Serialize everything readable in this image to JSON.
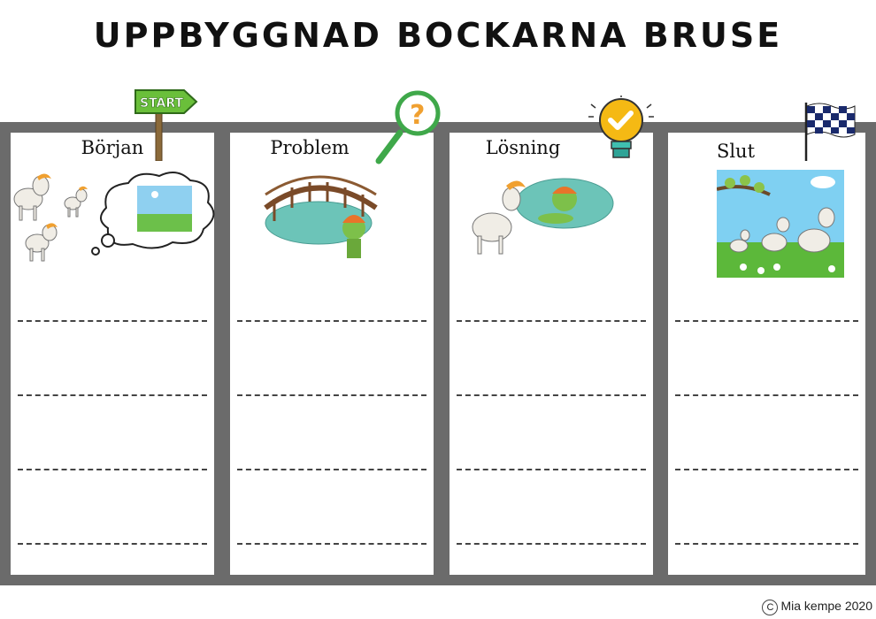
{
  "title": "UPPBYGGNAD BOCKARNA BRUSE",
  "columns": [
    {
      "label": "Början",
      "icon": "start-sign-icon"
    },
    {
      "label": "Problem",
      "icon": "question-magnifier-icon"
    },
    {
      "label": "Lösning",
      "icon": "lightbulb-check-icon"
    },
    {
      "label": "Slut",
      "icon": "checkered-flag-icon"
    }
  ],
  "start_sign_text": "START",
  "question_mark": "?",
  "footer": {
    "copyright_symbol": "C",
    "text": "Mia kempe 2020"
  },
  "colors": {
    "frame": "#6b6b6b",
    "sign_green": "#6abf3a",
    "magnifier_green": "#3fa84a",
    "bulb_yellow": "#f5b914",
    "pond": "#6cc4b8"
  }
}
